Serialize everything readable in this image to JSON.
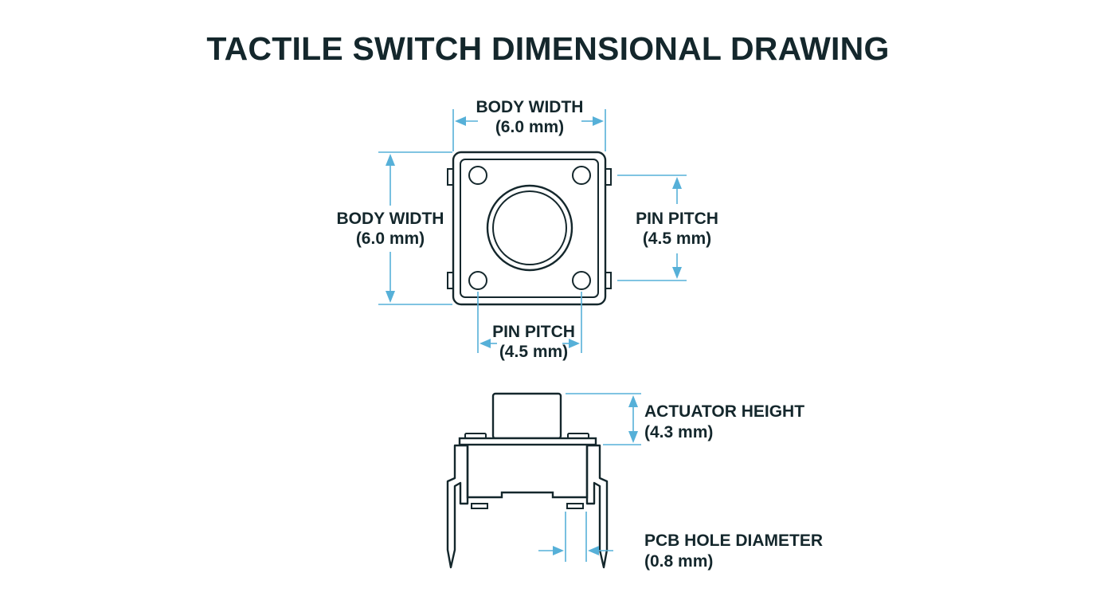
{
  "title": "TACTILE SWITCH DIMENSIONAL DRAWING",
  "top_view": {
    "body_width_top": {
      "name": "BODY WIDTH",
      "value": "(6.0 mm)"
    },
    "body_width_left": {
      "name": "BODY WIDTH",
      "value": "(6.0 mm)"
    },
    "pin_pitch_right": {
      "name": "PIN PITCH",
      "value": "(4.5 mm)"
    },
    "pin_pitch_bottom": {
      "name": "PIN PITCH",
      "value": "(4.5 mm)"
    }
  },
  "side_view": {
    "actuator_height": {
      "name": "ACTUATOR HEIGHT",
      "value": "(4.3 mm)"
    },
    "pcb_hole_diameter": {
      "name": "PCB HOLE DIAMETER",
      "value": "(0.8 mm)"
    }
  },
  "colors": {
    "ink": "#14272c",
    "dimension": "#56b0d8",
    "background": "#ffffff"
  }
}
